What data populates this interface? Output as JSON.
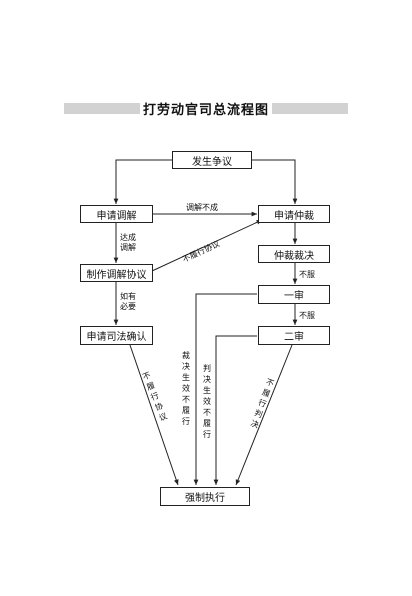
{
  "title": "打劳动官司总流程图",
  "nodes": {
    "dispute": "发生争议",
    "mediation_apply": "申请调解",
    "arbitration_apply": "申请仲裁",
    "mediation_agreement": "制作调解协议",
    "arbitration_award": "仲裁裁决",
    "first_instance": "一审",
    "judicial_confirm": "申请司法确认",
    "second_instance": "二审",
    "enforcement": "强制执行"
  },
  "edges": {
    "mediation_failed": "调解不成",
    "mediation_reached": "达成调解",
    "breach_agreement": "不履行协议",
    "if_necessary": "如有必要",
    "not_satisfied_1": "不服",
    "not_satisfied_2": "不服",
    "breach_agreement_2": "不履行协议",
    "award_effective_unperformed": "裁决生效不履行",
    "judgment_effective_unperformed": "判决生效不履行",
    "breach_judgment": "不履行判决"
  }
}
